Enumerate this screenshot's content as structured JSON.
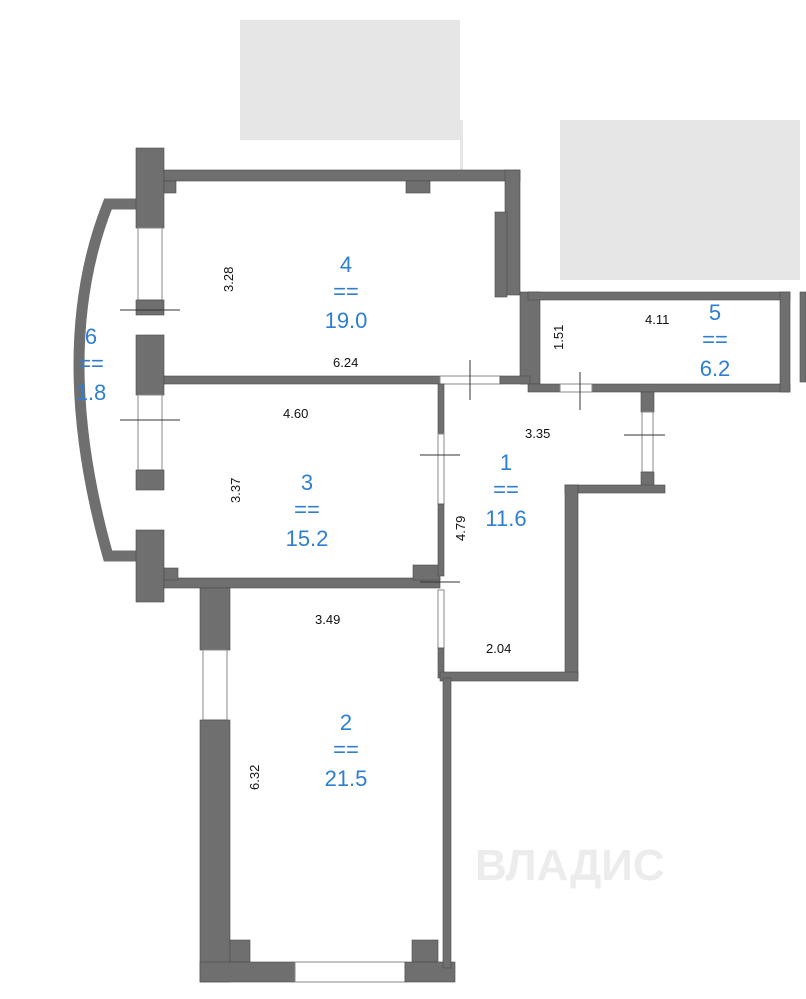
{
  "plan": {
    "watermark": "ВЛАДИС",
    "rooms": [
      {
        "number": "1",
        "sep": "==",
        "area": "11.6"
      },
      {
        "number": "2",
        "sep": "==",
        "area": "21.5"
      },
      {
        "number": "3",
        "sep": "==",
        "area": "15.2"
      },
      {
        "number": "4",
        "sep": "==",
        "area": "19.0"
      },
      {
        "number": "5",
        "sep": "==",
        "area": "6.2"
      },
      {
        "number": "6",
        "sep": "==",
        "area": "1.8"
      }
    ],
    "dimensions": {
      "r4_height": "3.28",
      "r4_width": "6.24",
      "r5_width": "4.11",
      "r5_height": "1.51",
      "r3_width": "4.60",
      "r3_height": "3.37",
      "r1_top": "3.35",
      "r1_height": "4.79",
      "r1_bottom": "2.04",
      "r2_width": "3.49",
      "r2_height": "6.32"
    },
    "colors": {
      "wall": "#6f6f6f",
      "label": "#2f7fd0"
    }
  }
}
